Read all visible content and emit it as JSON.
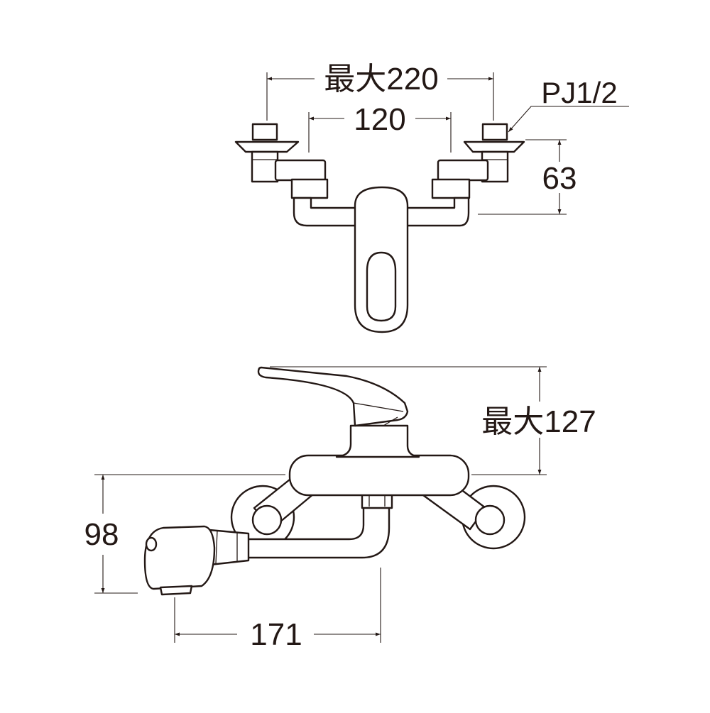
{
  "dimensions": {
    "max_width": "最大220",
    "center_spacing": "120",
    "thread": "PJ1/2",
    "depth": "63",
    "max_height": "最大127",
    "spout_height": "98",
    "spout_reach": "171"
  },
  "colors": {
    "line": "#231815",
    "background": "#ffffff"
  }
}
